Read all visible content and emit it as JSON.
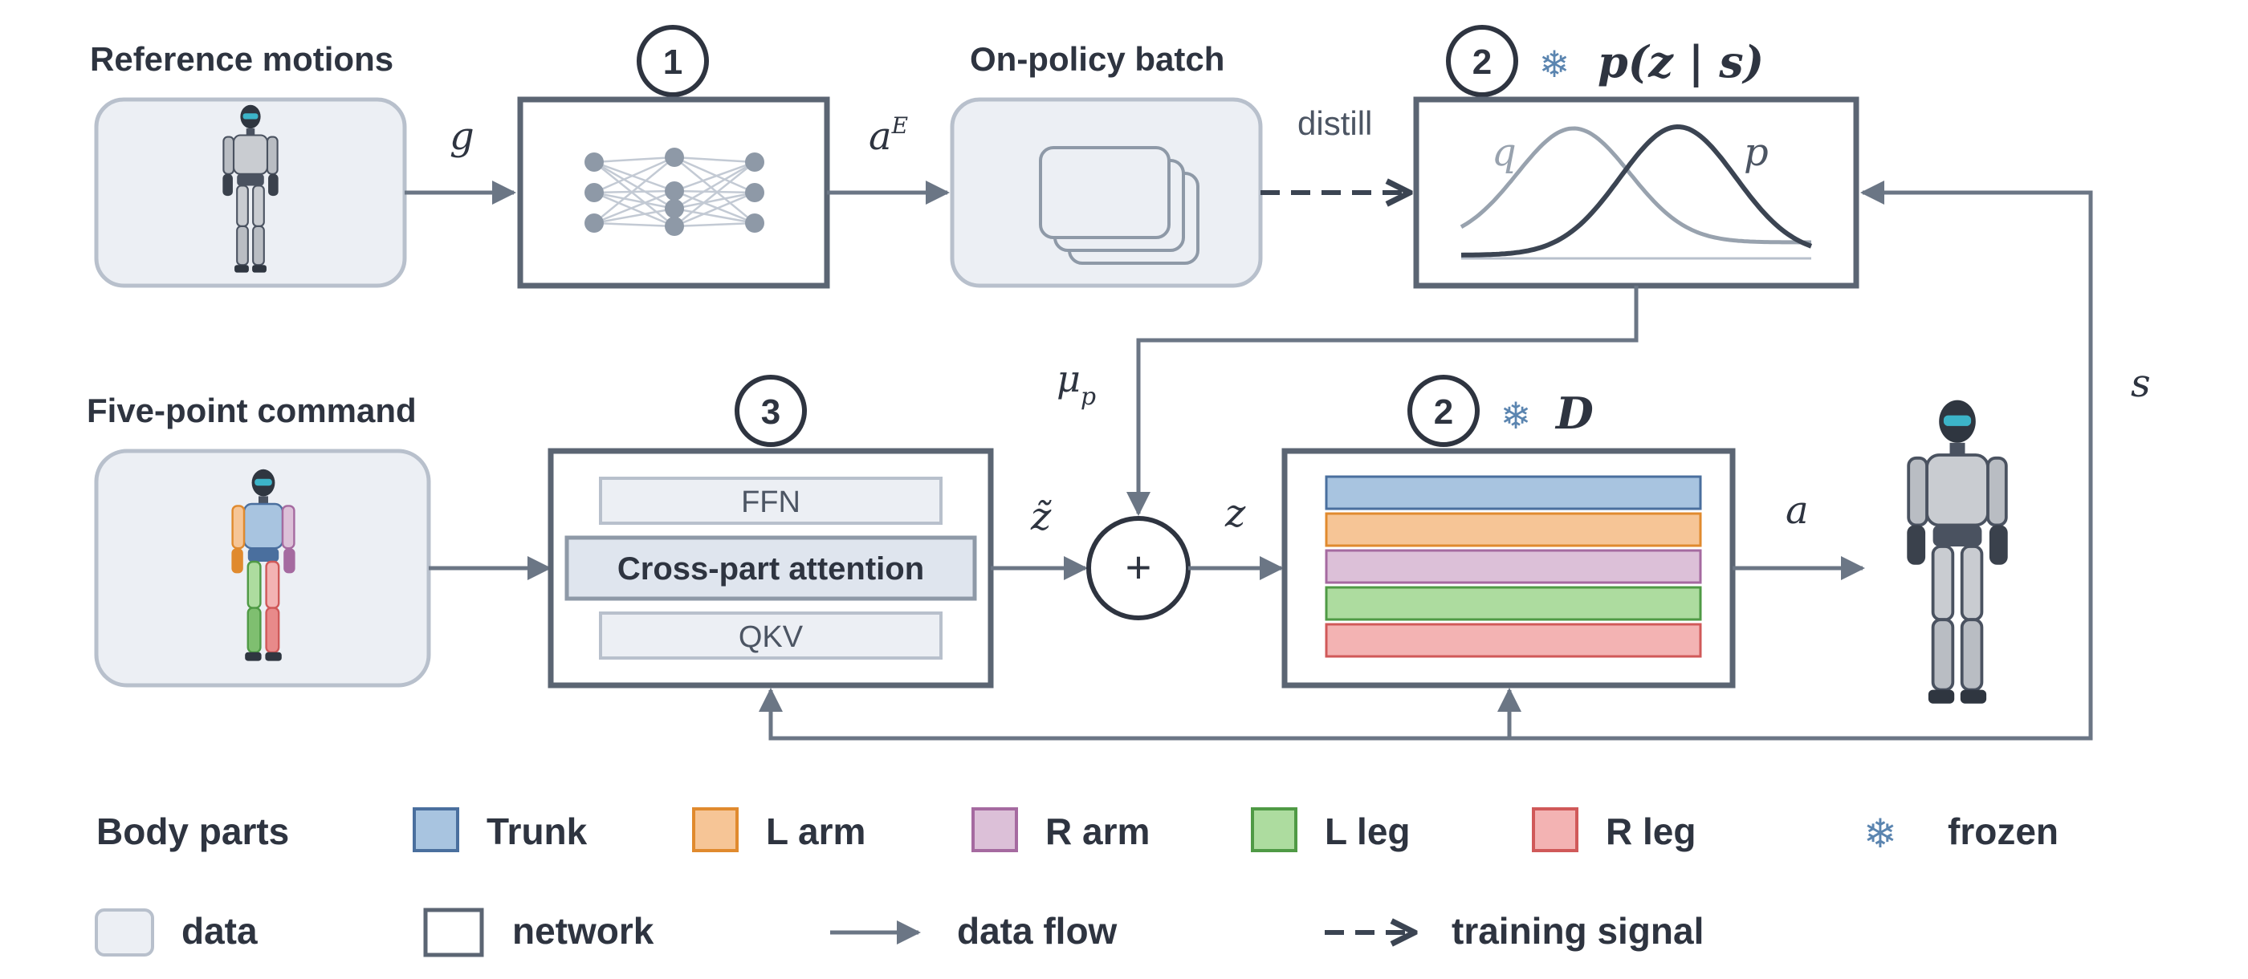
{
  "top_row": {
    "reference_motions_label": "Reference motions",
    "onpolicy_batch_label": "On-policy batch",
    "step1_number": "1",
    "step2_number": "2",
    "g_label": "g",
    "aE_base": "a",
    "aE_sup": "E",
    "distill_label": "distill",
    "prior_title": "p(z | s)",
    "q_label": "q",
    "p_label": "p"
  },
  "bottom_row": {
    "five_point_label": "Five-point command",
    "step3_number": "3",
    "step2b_number": "2",
    "D_label": "D",
    "ffn_label": "FFN",
    "cross_attention_label": "Cross-part attention",
    "qkv_label": "QKV",
    "mu_base": "μ",
    "mu_sub": "p",
    "ztilde_label": "z̃",
    "plus_label": "+",
    "z_label": "z",
    "a_label": "a",
    "s_label": "s"
  },
  "legend": {
    "body_parts_label": "Body parts",
    "parts": [
      {
        "name": "Trunk",
        "fill": "#a8c4e0",
        "stroke": "#4a6f9e"
      },
      {
        "name": "L arm",
        "fill": "#f6c596",
        "stroke": "#e08a2e"
      },
      {
        "name": "R arm",
        "fill": "#dcc0d8",
        "stroke": "#a56aa0"
      },
      {
        "name": "L leg",
        "fill": "#addc9f",
        "stroke": "#4f9a45"
      },
      {
        "name": "R leg",
        "fill": "#f3b3b3",
        "stroke": "#d05959"
      }
    ],
    "frozen_label": "frozen",
    "data_label": "data",
    "network_label": "network",
    "data_flow_label": "data flow",
    "training_signal_label": "training signal"
  },
  "icons": {
    "snowflake": "❄",
    "robot_small_1": "robot-icon",
    "robot_colored": "robot-icon",
    "robot_large": "robot-icon"
  },
  "colors": {
    "box_stroke": "#5b6573",
    "data_fill": "#eceff4",
    "data_stroke": "#b8c0cc",
    "arrow": "#6b7685",
    "text": "#2e3440",
    "snowflake": "#5b85b0",
    "q_curve": "#98a2ae",
    "p_curve": "#3b4452"
  }
}
